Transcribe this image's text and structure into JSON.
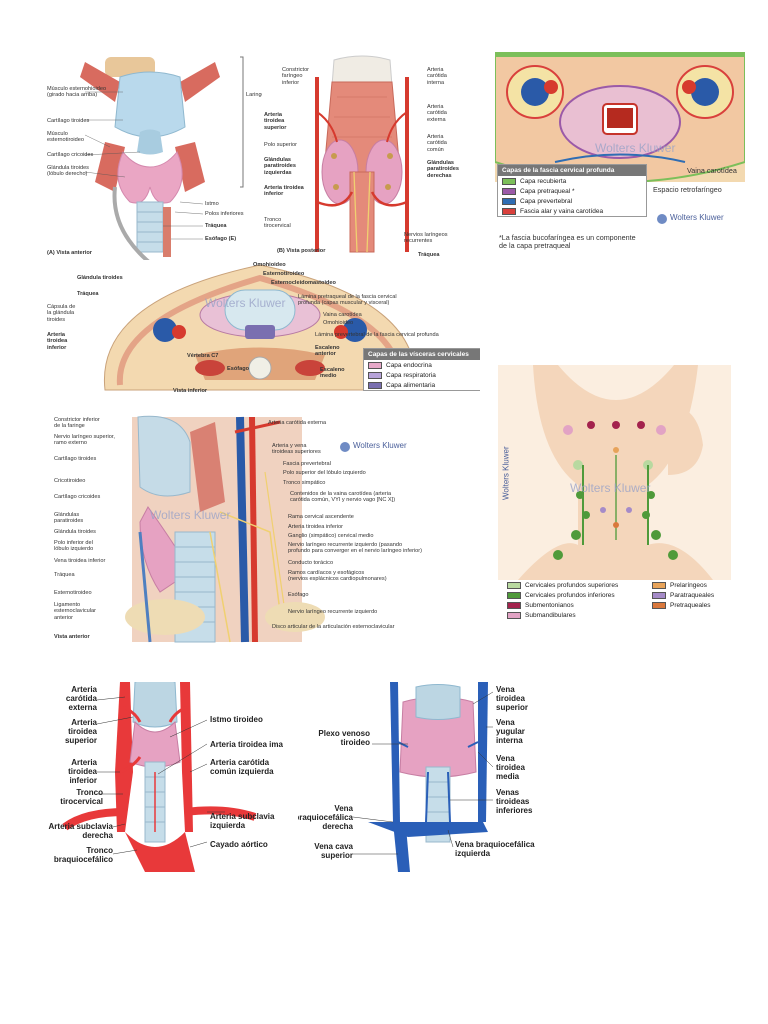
{
  "panel1": {
    "labels": {
      "esternohioideo_muscle": "Músculo esternohioideo\n(girado hacia arriba)",
      "tiroides_cartilage": "Cartílago tiroides",
      "esternotiroideo_muscle": "Músculo\nesternotiroideo",
      "cricoides_cartilage": "Cartílago cricoides",
      "thyroid_gland": "Glándula tiroides\n(lóbulo derecho)",
      "larynx": "Laringe",
      "isthmus": "Istmo",
      "inferior_poles": "Polos inferiores",
      "trachea": "Tráquea",
      "esophagus": "Esófago (E)",
      "view_a": "(A) Vista anterior"
    }
  },
  "panel2": {
    "labels": {
      "constrictor": "Constrictor\nfaríngeo\ninferior",
      "superior_thyroid_artery": "Arteria\ntiroidea\nsuperior",
      "superior_pole": "Polo superior",
      "parathyroid_left": "Glándulas\nparatiroides\nizquierdas",
      "inferior_thyroid_artery": "Arteria tiroidea\ninferior",
      "thyrocervical_trunk": "Tronco\ntirocervical",
      "internal_carotid": "Arteria\ncarótida\ninterna",
      "external_carotid": "Arteria\ncarótida\nexterna",
      "common_carotid": "Arteria\ncarótida\ncomún",
      "parathyroid_right": "Glándulas\nparatiroides\nderechas",
      "laryngeal_nerves": "Nervios laríngeos\nrecurrentes",
      "trachea": "Tráquea",
      "view_b": "(B) Vista posterior"
    }
  },
  "panel3": {
    "watermark": "Wolters Kluwer",
    "legend_title": "Capas de la fascia cervical profunda",
    "legend_items": [
      {
        "label": "Capa recubierta",
        "color": "#7cbf5a"
      },
      {
        "label": "Capa pretraqueal *",
        "color": "#9b5aa8"
      },
      {
        "label": "Capa prevertebral",
        "color": "#2f6db3"
      },
      {
        "label": "Fascia alar y vaina carotídea",
        "color": "#d9403c"
      }
    ],
    "carotid_sheath": "Vaina carotídea",
    "retropharyngeal": "Espacio retrofaríngeo",
    "logo": "Wolters Kluwer",
    "footnote": "*La fascia bucofaríngea es un componente\n de la capa pretraqueal"
  },
  "panel4": {
    "watermark": "Wolters Kluwer",
    "labels": {
      "omohioideo": "Omohioideo",
      "esternotiroideo": "Esternotiroideo",
      "esternocleidomastoideo": "Esternocleidomastoideo",
      "tiroides_gland": "Glándula tiroides",
      "trachea": "Tráquea",
      "capsule": "Cápsula de\nla glándula\ntiroides",
      "inf_thyroid_artery": "Arteria\ntiroidea\ninferior",
      "vertebra": "Vértebra C7",
      "esophagus": "Esófago",
      "pretracheal_lamina": "Lámina pretraqueal de la fascia cervical\nprofunda (capas muscular y visceral)",
      "vagina": "Vaina carotídea",
      "omohioideo_b": "Omohioideo",
      "prevertebral": "Lámina prevertebral de la fascia cervical profunda",
      "ant_scalene": "Escaleno\nanterior",
      "mid_scalene": "Escaleno\nmedio",
      "view_inf": "Vista inferior"
    },
    "legend_title": "Capas de las vísceras cervicales",
    "legend_items": [
      {
        "label": "Capa endocrina",
        "color": "#e6a8c8"
      },
      {
        "label": "Capa respiratoria",
        "color": "#b7a3d9"
      },
      {
        "label": "Capa alimentaria",
        "color": "#7a6fb0"
      }
    ]
  },
  "panel5": {
    "watermark": "Wolters Kluwer",
    "logo": "Wolters Kluwer",
    "left_labels": [
      "Constrictor inferior\nde la faringe",
      "Nervio laríngeo superior,\nramo externo",
      "Cartílago tiroides",
      "Cricotiroideo",
      "Cartílago cricoides",
      "Glándulas\nparatiroides",
      "Glándula tiroides",
      "Polo inferior del\nlóbulo izquierdo",
      "Vena tiroidea inferior",
      "Tráquea",
      "Esternotiroideo",
      "Ligamento\nesternoclavicular\nanterior"
    ],
    "right_labels": [
      "Arteria carótida externa",
      "Arteria y vena\ntiroideas superiores",
      "Fascia prevertebral",
      "Polo superior del lóbulo izquierdo",
      "Tronco simpático",
      "Contenidos de la vaina carotídea (arteria\ncarótida común, VYI y nervio vago [NC X])",
      "Rama cervical ascendente",
      "Arteria tiroidea inferior",
      "Ganglio (simpático) cervical medio",
      "Nervio laríngeo recurrente izquierdo (pasando\nprofundo para converger en el nervio laríngeo inferior)",
      "Conducto torácico",
      "Ramos cardíacos y esofágicos\n(nervios esplácnicos cardiopulmonares)",
      "Esófago",
      "Nervio laríngeo recurrente izquierdo",
      "Disco articular de la articulación esternoclavicular"
    ],
    "view": "Vista anterior"
  },
  "panel6": {
    "logo": "Wolters Kluwer",
    "watermark": "Wolters Kluwer",
    "legend_left": [
      {
        "label": "Cervicales profundos superiores",
        "color": "#b8d9a0"
      },
      {
        "label": "Cervicales profundos inferiores",
        "color": "#4f9a3a"
      },
      {
        "label": "Submentonianos",
        "color": "#a3234d"
      },
      {
        "label": "Submandibulares",
        "color": "#e2a3c4"
      }
    ],
    "legend_right": [
      {
        "label": "Prelaríngeos",
        "color": "#e7a35a"
      },
      {
        "label": "Paratraqueales",
        "color": "#a58bc8"
      },
      {
        "label": "Pretraqueales",
        "color": "#d9783c"
      }
    ]
  },
  "panel7": {
    "left": [
      "Arteria\ncarótida\nexterna",
      "Arteria\ntiroidea\nsuperior",
      "Arteria\ntiroidea\ninferior",
      "Tronco\ntirocervical",
      "Arteria subclavia\nderecha",
      "Tronco\nbraquiocefálico"
    ],
    "right": [
      "Istmo tiroideo",
      "Arteria tiroidea ima",
      "Arteria carótida\ncomún izquierda",
      "Arteria subclavia\nizquierda",
      "Cayado aórtico"
    ]
  },
  "panel8": {
    "left": [
      "Plexo venoso\ntiroideo",
      "Vena\nbraquiocefálica\nderecha",
      "Vena cava\nsuperior"
    ],
    "right": [
      "Vena\ntiroidea\nsuperior",
      "Vena\nyugular\ninterna",
      "Vena\ntiroidea\nmedia",
      "Venas\ntiroideas\ninferiores",
      "Vena braquiocefálica\nizquierda"
    ]
  }
}
